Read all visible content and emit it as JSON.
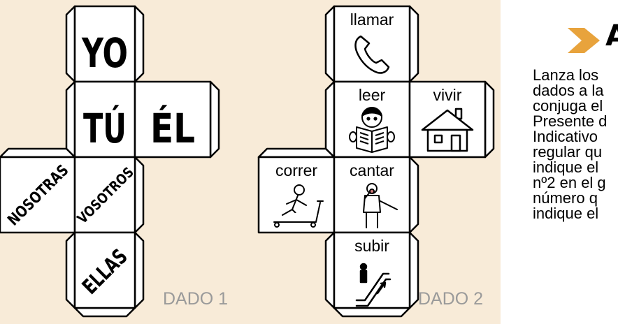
{
  "dice": [
    {
      "label": "DADO 1",
      "faces": [
        "YO",
        "TÚ",
        "ÉL",
        "NOSOTRAS",
        "VOSOTROS",
        "ELLAS"
      ]
    },
    {
      "label": "DADO 2",
      "faces": [
        "llamar",
        "leer",
        "vivir",
        "correr",
        "cantar",
        "subir"
      ],
      "icons": [
        "phone-icon",
        "reading-child-icon",
        "house-icon",
        "treadmill-runner-icon",
        "singer-icon",
        "escalator-icon"
      ]
    }
  ],
  "activity": {
    "heading_letter": "A",
    "arrow_color": "#e8a33c",
    "lines": [
      "Lanza los",
      "dados a la",
      "conjuga el",
      "Presente d",
      "Indicativo",
      "regular qu",
      "indique el",
      "nº2 en el g",
      "número q",
      "indique el"
    ]
  },
  "colors": {
    "background": "#f8ebd8",
    "face": "#ffffff",
    "outline": "#000000",
    "label": "#9a9a9a"
  }
}
